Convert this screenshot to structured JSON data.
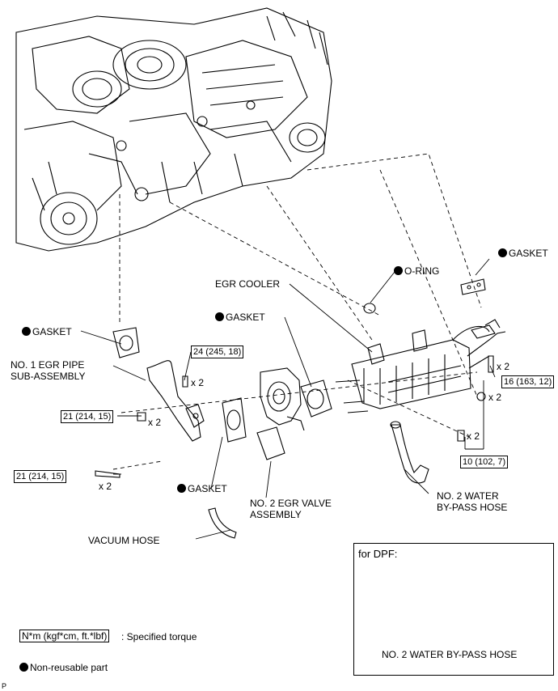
{
  "labels": {
    "gasket_top_right": "GASKET",
    "o_ring": "O-RING",
    "egr_cooler": "EGR COOLER",
    "gasket_center": "GASKET",
    "gasket_left": "GASKET",
    "egr_pipe": "NO. 1 EGR PIPE\nSUB-ASSEMBLY",
    "gasket_lower": "GASKET",
    "egr_valve": "NO. 2 EGR VALVE\nASSEMBLY",
    "vacuum_hose": "VACUUM HOSE",
    "water_bypass_hose": "NO. 2 WATER\nBY-PASS HOSE"
  },
  "torques": {
    "t_24": "24 (245, 18)",
    "t_21a": "21 (214, 15)",
    "t_21b": "21 (214, 15)",
    "t_16": "16 (163, 12)",
    "t_10": "10 (102, 7)"
  },
  "quantities": {
    "q1": "x 2",
    "q2": "x 2",
    "q3": "x 2",
    "q4": "x 2",
    "q5": "x 2",
    "q6": "x 2"
  },
  "dpf": {
    "title": "for DPF:",
    "hose_label": "NO. 2 WATER BY-PASS HOSE"
  },
  "legend": {
    "torque_box": "N*m (kgf*cm, ft.*lbf)",
    "torque_text": ": Specified torque",
    "nonreusable_text": "Non-reusable part"
  },
  "footer_mark": "P"
}
